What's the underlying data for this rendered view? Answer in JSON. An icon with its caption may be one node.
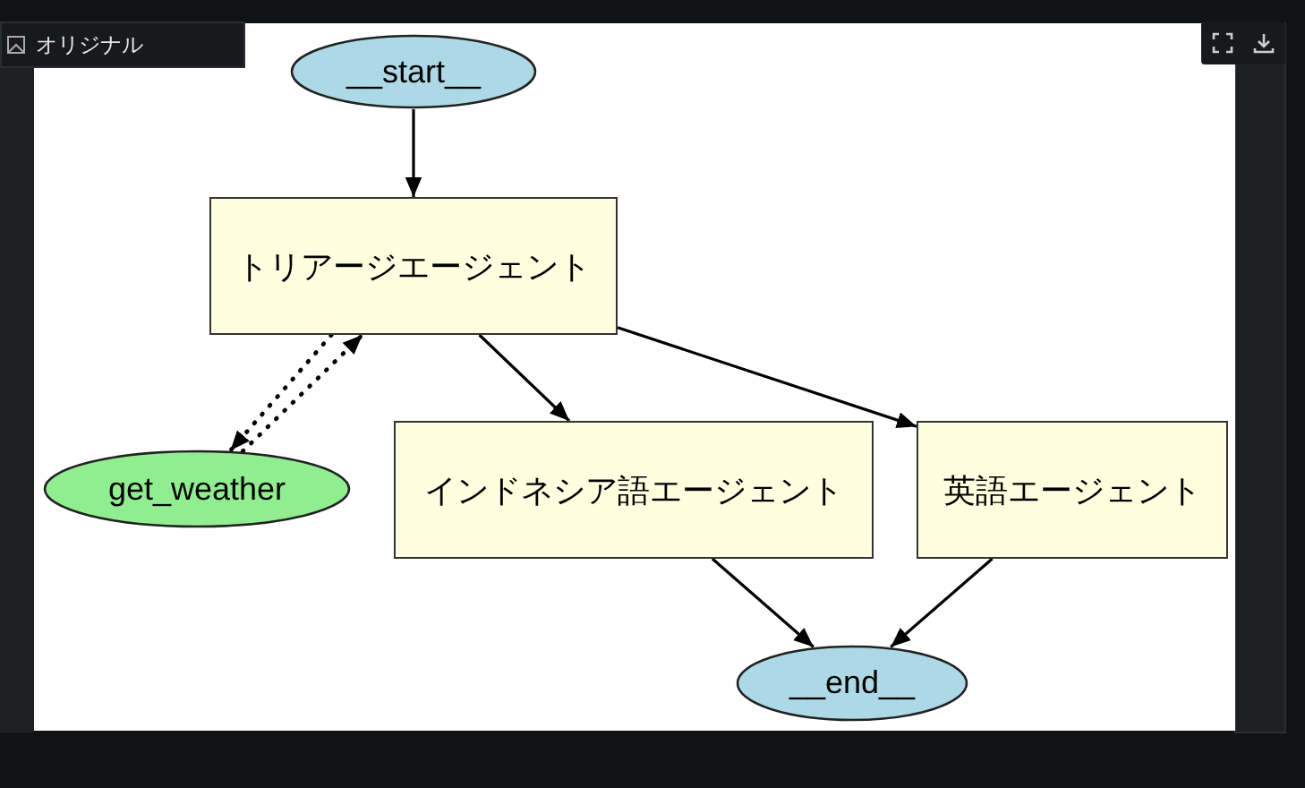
{
  "diagram": {
    "nodes": [
      {
        "text": [
          "__start__"
        ]
      },
      {
        "text": [
          "トリアージエージェント"
        ]
      },
      {
        "text": [
          "get_weather"
        ]
      },
      {
        "text": [
          "インドネシア語エージェント"
        ]
      },
      {
        "text": [
          "英語エージェント"
        ]
      },
      {
        "text": [
          "__end__"
        ]
      }
    ],
    "edges": [
      {
        "from": 0,
        "to": 1,
        "arrow": "to"
      },
      {
        "from": 1,
        "to": 2,
        "arrow": "to",
        "style": "dashed"
      },
      {
        "from": 2,
        "to": 1,
        "arrow": "to",
        "style": "dashed"
      },
      {
        "from": 1,
        "to": 3,
        "arrow": "to"
      },
      {
        "from": 1,
        "to": 4,
        "arrow": "to"
      },
      {
        "from": 3,
        "to": 5,
        "arrow": "to"
      },
      {
        "from": 4,
        "to": 5,
        "arrow": "to"
      }
    ],
    "labels": [
      "オリジナル"
    ]
  }
}
